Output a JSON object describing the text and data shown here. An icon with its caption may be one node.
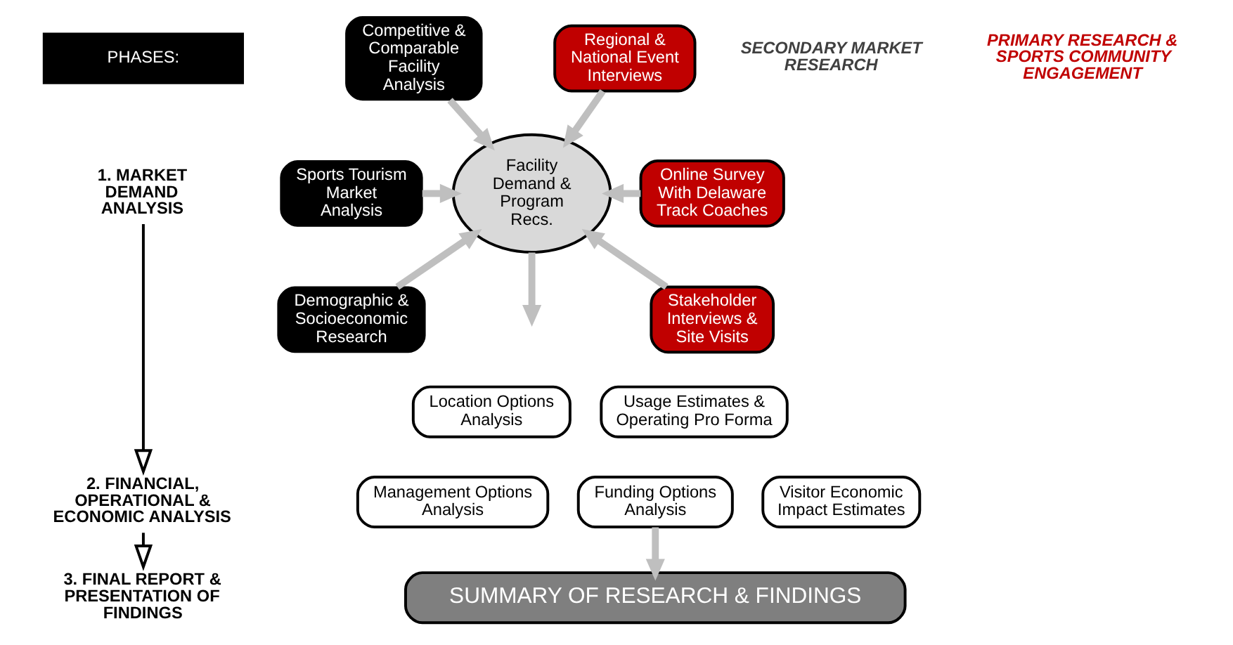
{
  "diagram": {
    "nodes": [
      {
        "text": [
          "PHASES:"
        ]
      },
      {
        "text": [
          "1. MARKET DEMAND ANALYSIS"
        ]
      },
      {
        "text": [
          "2. FINANCIAL, OPERATIONAL & ECONOMIC ANALYSIS"
        ]
      },
      {
        "text": [
          "3. FINAL REPORT & PRESENTATION OF FINDINGS"
        ]
      },
      {
        "text": [
          "Competitive & Comparable Facility Analysis"
        ]
      },
      {
        "text": [
          "Sports Tourism Market Analysis"
        ]
      },
      {
        "text": [
          "Demographic & Socioeconomic Research"
        ]
      },
      {
        "text": [
          "Facility Demand & Program Recs."
        ]
      },
      {
        "text": [
          "Regional & National Event Interviews"
        ]
      },
      {
        "text": [
          "Online Survey With Delaware Track Coaches"
        ]
      },
      {
        "text": [
          "Stakeholder Interviews & Site Visits"
        ]
      },
      {
        "text": [
          "Location Options Analysis"
        ]
      },
      {
        "text": [
          "Usage Estimates & Operating Pro Forma"
        ]
      },
      {
        "text": [
          "Management Options Analysis"
        ]
      },
      {
        "text": [
          "Funding Options Analysis"
        ]
      },
      {
        "text": [
          "Visitor Economic Impact Estimates"
        ]
      },
      {
        "text": [
          "SUMMARY OF RESEARCH & FINDINGS"
        ]
      }
    ],
    "edges": [
      {
        "from": 1,
        "to": 2,
        "arrow": "to",
        "color": "#000000"
      },
      {
        "from": 2,
        "to": 3,
        "arrow": "to",
        "color": "#000000"
      },
      {
        "from": 4,
        "to": 7,
        "arrow": "to"
      },
      {
        "from": 5,
        "to": 7,
        "arrow": "to"
      },
      {
        "from": 6,
        "to": 7,
        "arrow": "to"
      },
      {
        "from": 8,
        "to": 7,
        "arrow": "to"
      },
      {
        "from": 9,
        "to": 7,
        "arrow": "to"
      },
      {
        "from": 10,
        "to": 7,
        "arrow": "to"
      },
      {
        "from": 7,
        "to": null,
        "arrow": "to"
      },
      {
        "from": 14,
        "to": 16,
        "arrow": "to"
      }
    ],
    "labels": [
      "SECONDARY MARKET RESEARCH",
      "PRIMARY RESEARCH & SPORTS COMMUNITY ENGAGEMENT"
    ]
  }
}
